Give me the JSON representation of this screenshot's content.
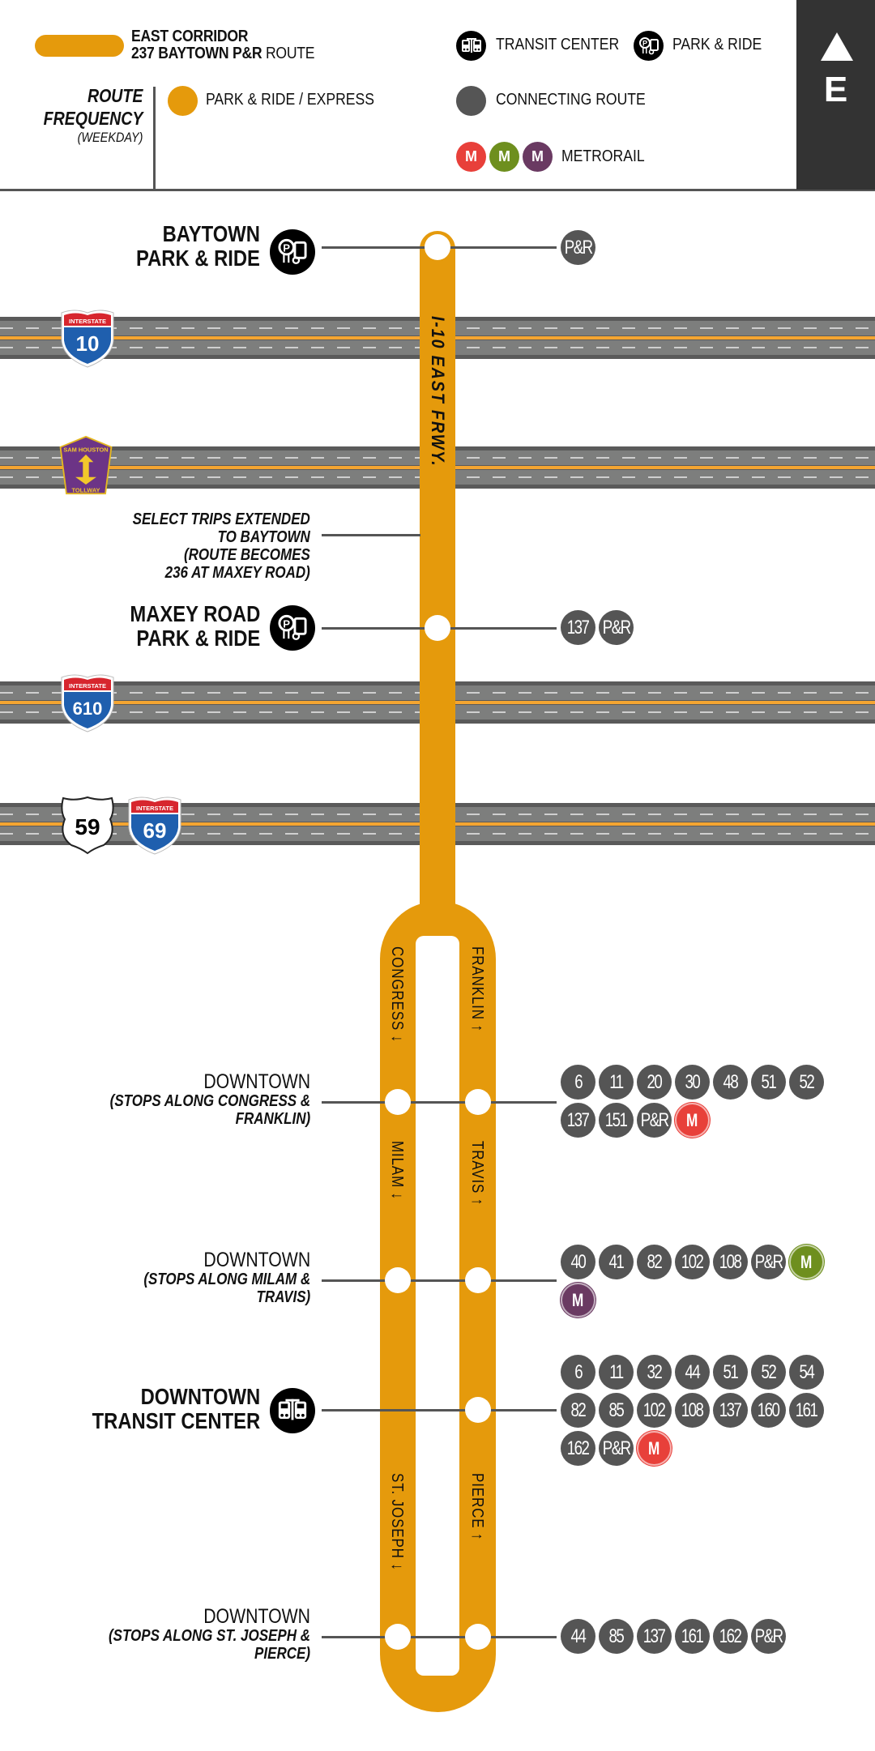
{
  "header": {
    "line1": "EAST CORRIDOR",
    "line2_bold": "237 BAYTOWN P&R",
    "line2_light": "ROUTE",
    "route_color": "#E59A0C",
    "frequency_title_1": "ROUTE",
    "frequency_title_2": "FREQUENCY",
    "frequency_sub": "(WEEKDAY)",
    "frequency_legend": "PARK & RIDE / EXPRESS",
    "direction_letter": "E",
    "direction_icon": "up-arrow-icon"
  },
  "legend": {
    "transit_center": "TRANSIT CENTER",
    "park_ride": "PARK & RIDE",
    "connecting_route": "CONNECTING ROUTE",
    "metrorail": "METRORAIL",
    "colors": {
      "connecting": "#555555",
      "rail_red": "#E8403A",
      "rail_green": "#6E8F1E",
      "rail_purple": "#6A3A62"
    }
  },
  "corridor": {
    "trunk_label": "I-10 EAST FRWY.",
    "streets": {
      "congress": "CONGRESS",
      "franklin": "FRANKLIN",
      "milam": "MILAM",
      "travis": "TRAVIS",
      "st_joseph": "ST. JOSEPH",
      "pierce": "PIERCE"
    }
  },
  "highways": [
    {
      "name": "I-10",
      "shield_top": "INTERSTATE",
      "number": "10"
    },
    {
      "name": "Sam Houston Tollway",
      "shield_top": "SAM HOUSTON",
      "shield_bottom": "TOLLWAY"
    },
    {
      "name": "I-610",
      "shield_top": "INTERSTATE",
      "number": "610"
    },
    {
      "name": "US 59",
      "number": "59"
    },
    {
      "name": "I-69",
      "shield_top": "INTERSTATE",
      "number": "69"
    }
  ],
  "stops": [
    {
      "name_1": "BAYTOWN",
      "name_2": "PARK & RIDE",
      "icon": "park-ride-icon",
      "connections": [
        "P&R"
      ]
    },
    {
      "note_1": "SELECT TRIPS EXTENDED",
      "note_2": "TO BAYTOWN",
      "note_3": "(ROUTE BECOMES",
      "note_4": "236 AT MAXEY ROAD)"
    },
    {
      "name_1": "MAXEY ROAD",
      "name_2": "PARK & RIDE",
      "icon": "park-ride-icon",
      "connections": [
        "137",
        "P&R"
      ]
    },
    {
      "name": "DOWNTOWN",
      "note_1": "(STOPS ALONG CONGRESS &",
      "note_2": "FRANKLIN)",
      "connections": [
        "6",
        "11",
        "20",
        "30",
        "48",
        "51",
        "52",
        "137",
        "151",
        "P&R"
      ],
      "rail": [
        "red"
      ]
    },
    {
      "name": "DOWNTOWN",
      "note_1": "(STOPS ALONG MILAM &",
      "note_2": "TRAVIS)",
      "connections": [
        "40",
        "41",
        "82",
        "102",
        "108",
        "P&R"
      ],
      "rail": [
        "green",
        "purple"
      ]
    },
    {
      "name_1": "DOWNTOWN",
      "name_2": "TRANSIT CENTER",
      "icon": "transit-center-icon",
      "connections": [
        "6",
        "11",
        "32",
        "44",
        "51",
        "52",
        "54",
        "82",
        "85",
        "102",
        "108",
        "137",
        "160",
        "161",
        "162",
        "P&R"
      ],
      "rail": [
        "red"
      ]
    },
    {
      "name": "DOWNTOWN",
      "note_1": "(STOPS ALONG ST. JOSEPH &",
      "note_2": "PIERCE)",
      "connections": [
        "44",
        "85",
        "137",
        "161",
        "162",
        "P&R"
      ]
    }
  ],
  "rail_letter": "M"
}
